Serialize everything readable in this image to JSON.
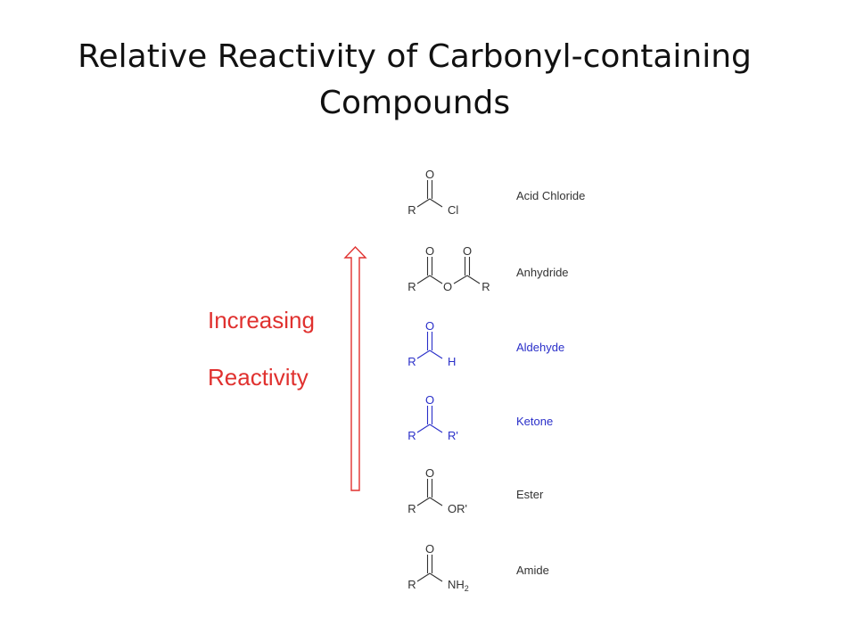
{
  "slide": {
    "title_line1": "Relative Reactivity of Carbonyl-containing",
    "title_line2": "Compounds"
  },
  "arrow": {
    "label_line1": "Increasing",
    "label_line2": "Reactivity",
    "color": "#e0312f",
    "icon": "up-arrow-icon"
  },
  "colors": {
    "default": "#333333",
    "highlight": "#2a2fc9"
  },
  "compounds": [
    {
      "name": "Acid Chloride",
      "left_group": "R",
      "right_group": "Cl",
      "highlight": false
    },
    {
      "name": "Anhydride",
      "left_group": "R",
      "bridge": "O",
      "right_group": "R",
      "highlight": false
    },
    {
      "name": "Aldehyde",
      "left_group": "R",
      "right_group": "H",
      "highlight": true
    },
    {
      "name": "Ketone",
      "left_group": "R",
      "right_group": "R'",
      "highlight": true
    },
    {
      "name": "Ester",
      "left_group": "R",
      "right_group": "OR'",
      "highlight": false
    },
    {
      "name": "Amide",
      "left_group": "R",
      "right_group": "NH",
      "right_subscript": "2",
      "highlight": false
    }
  ],
  "carbonyl_oxygen": "O"
}
